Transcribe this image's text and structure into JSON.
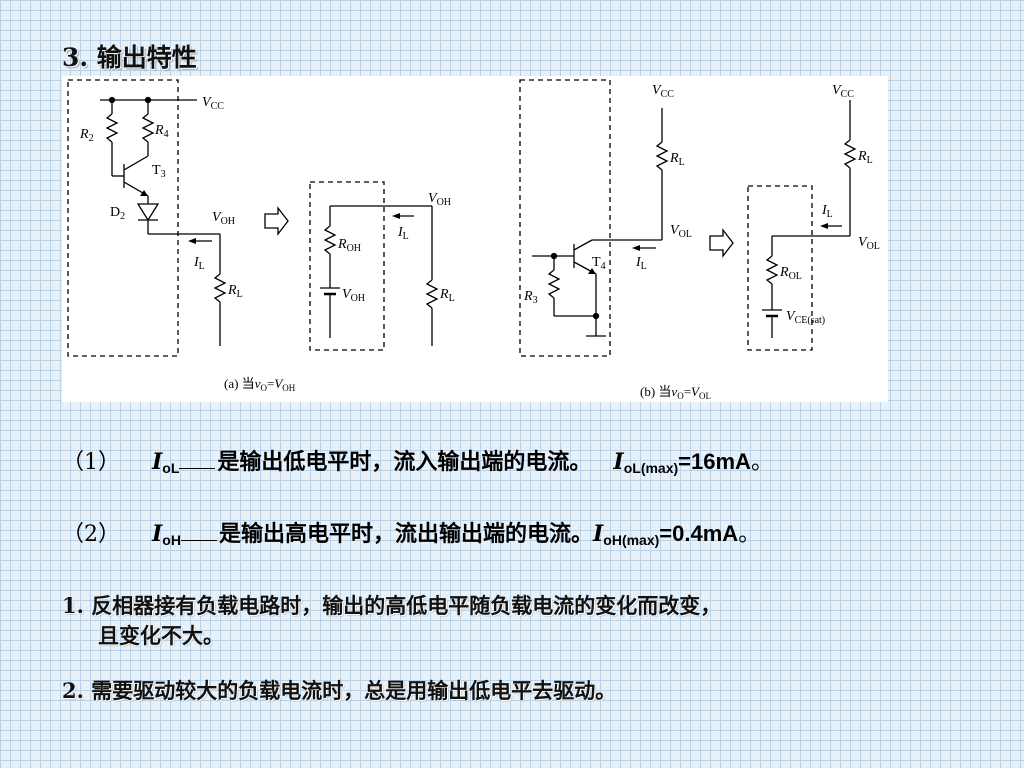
{
  "section_title": "3. 输出特性",
  "diagram": {
    "vcc": "V",
    "vcc_sub": "CC",
    "r2": "R",
    "r2_sub": "2",
    "r4": "R",
    "r4_sub": "4",
    "t3": "T",
    "t3_sub": "3",
    "d2": "D",
    "d2_sub": "2",
    "voh": "V",
    "voh_sub": "OH",
    "il": "I",
    "il_sub": "L",
    "rl": "R",
    "rl_sub": "L",
    "roh": "R",
    "roh_sub": "OH",
    "t4": "T",
    "t4_sub": "4",
    "r3": "R",
    "r3_sub": "3",
    "vol": "V",
    "vol_sub": "OL",
    "rol": "R",
    "rol_sub": "OL",
    "vce": "V",
    "vce_sub": "CE(sat)",
    "caption_a_prefix": "(a) 当",
    "caption_b_prefix": "(b) 当",
    "vo": "v",
    "vo_sub": "O",
    "eq": "="
  },
  "items": [
    {
      "num": "（1）",
      "symbol": "I",
      "symbol_sub": "oL",
      "text": "是输出低电平时，流入输出端的电流。",
      "max_symbol": "I",
      "max_sub": "oL(max)",
      "max_value": "=16mA",
      "end": "。"
    },
    {
      "num": "（2）",
      "symbol": "I",
      "symbol_sub": "oH",
      "text": "是输出高电平时，流出输出端的电流。",
      "max_symbol": "I",
      "max_sub": "oH(max)",
      "max_value": "=0.4mA",
      "end": "。"
    }
  ],
  "notes": [
    {
      "line1": "1. 反相器接有负载电路时，输出的高低电平随负载电流的变化而改变，",
      "line2": "且变化不大。"
    },
    {
      "line1": "2. 需要驱动较大的负载电流时，总是用输出低电平去驱动。"
    }
  ]
}
